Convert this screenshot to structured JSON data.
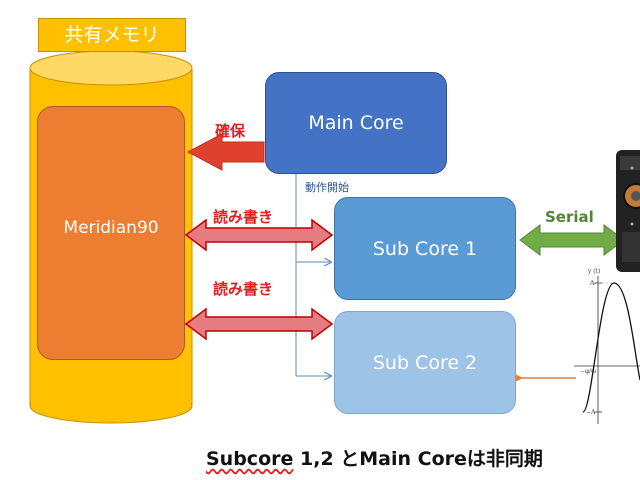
{
  "shared_memory": {
    "label": "共有メモリ",
    "content_label": "Meridian90"
  },
  "cores": {
    "main": "Main Core",
    "sub1": "Sub Core 1",
    "sub2": "Sub Core 2"
  },
  "labels": {
    "allocate": "確保",
    "read_write_1": "読み書き",
    "read_write_2": "読み書き",
    "start": "動作開始",
    "serial": "Serial"
  },
  "footer": {
    "word": "Subcore",
    "rest": " 1,2 とMain Coreは非同期"
  },
  "sine_plot": {
    "y_label": "y (t)",
    "y_top": "A",
    "y_bottom": "−A",
    "x_mark": "−φ/ω"
  },
  "colors": {
    "memory": "#ffc000",
    "meridian": "#ed7d31",
    "main_core": "#4472c4",
    "sub_core_1": "#5b9bd5",
    "sub_core_2": "#9dc3e6",
    "red_arrow": "#e0402e",
    "pink_arrow": "#e57c80",
    "green_arrow": "#70ad47"
  }
}
